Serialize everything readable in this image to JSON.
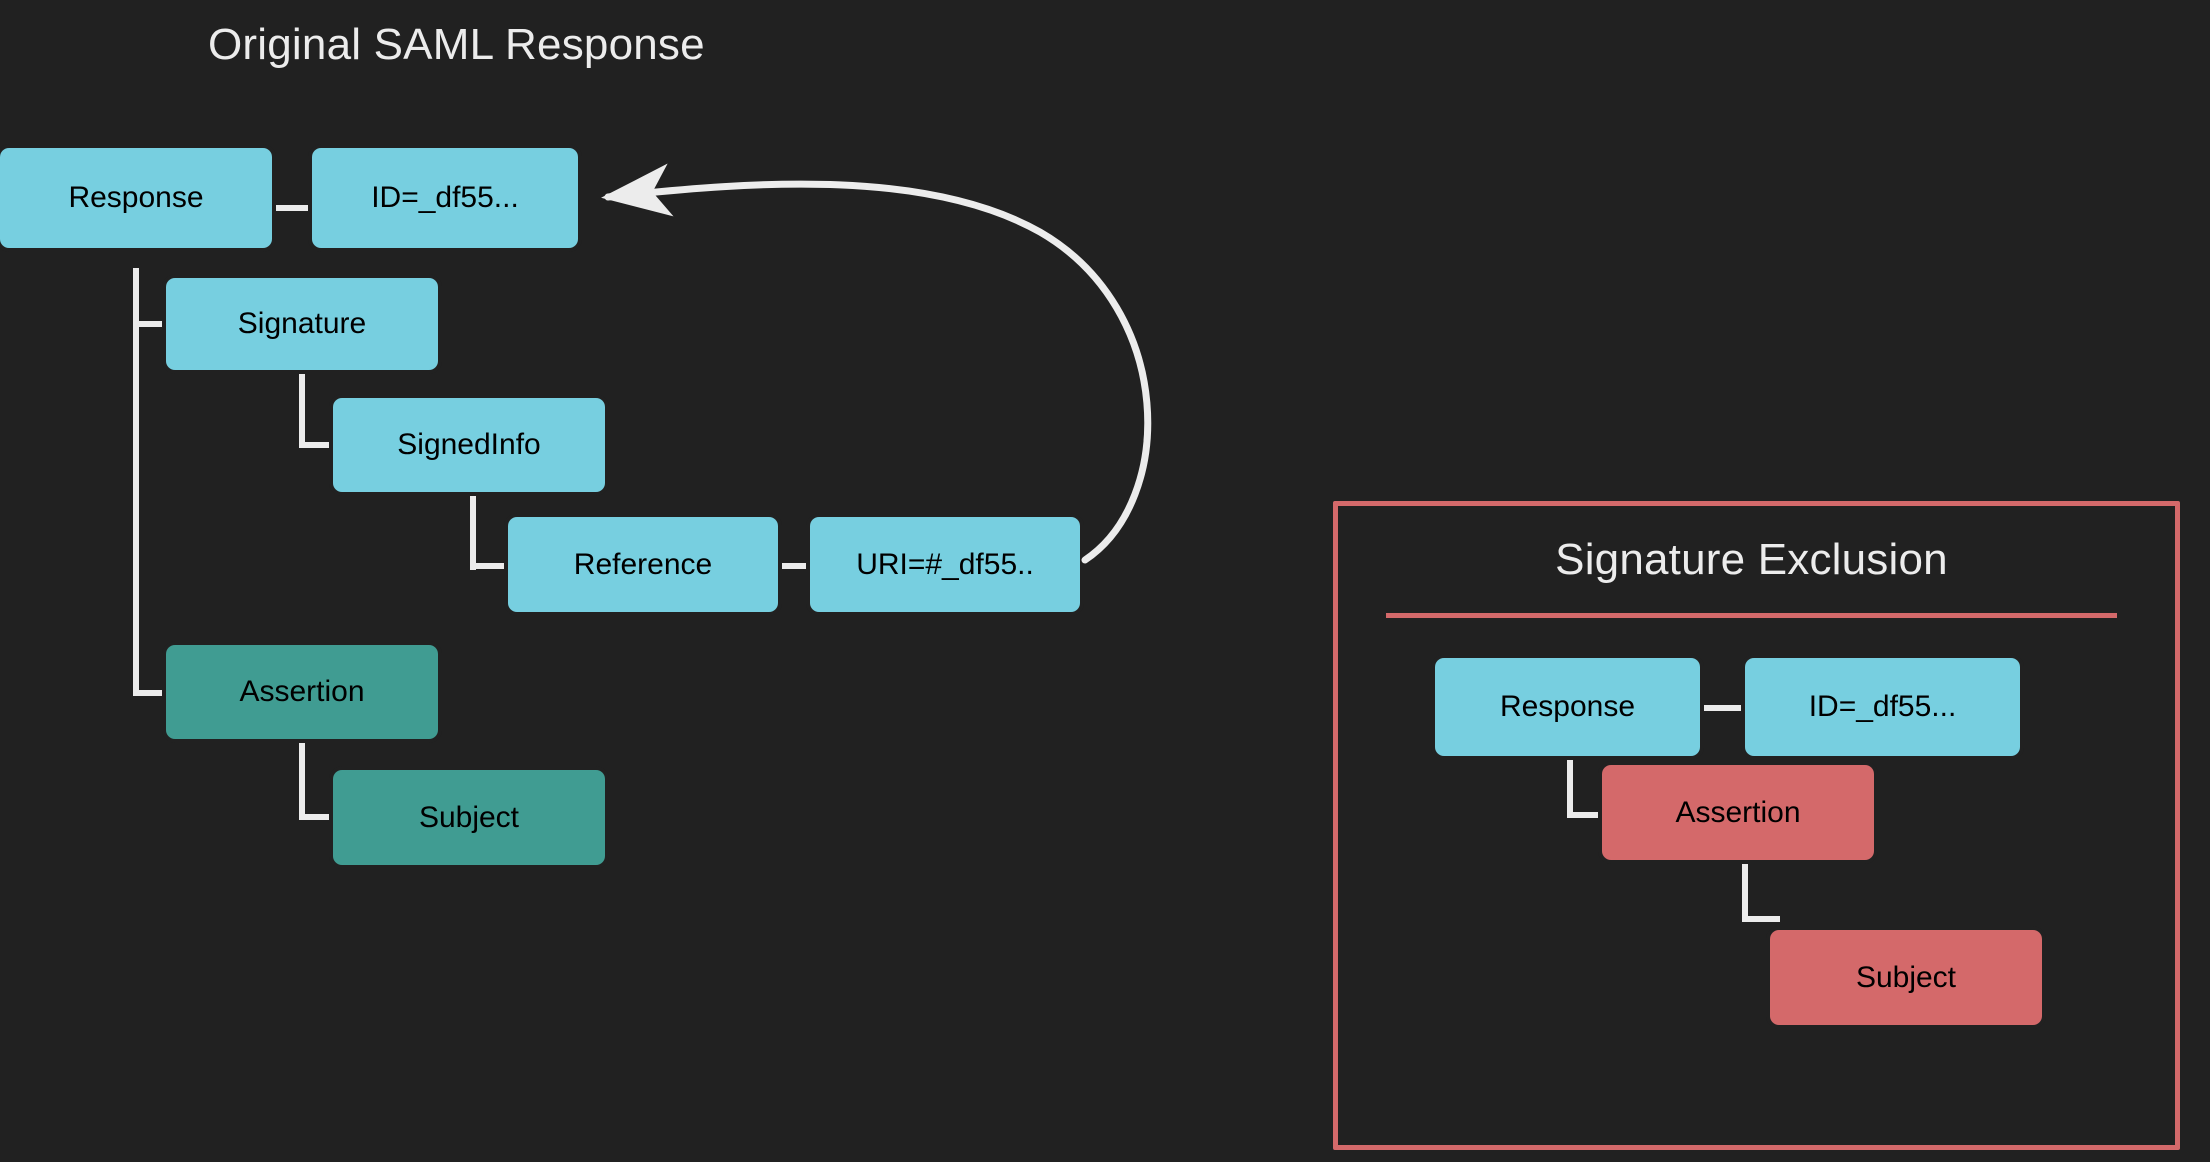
{
  "theme": {
    "background": "#212121",
    "node_blue": "#77cfe0",
    "node_teal": "#409c92",
    "node_red": "#d4696a",
    "edge": "#ececec",
    "title_text": "#ececec",
    "node_text": "#000000"
  },
  "left_diagram": {
    "title": "Original SAML Response",
    "nodes": {
      "response": "Response",
      "id_attr": "ID=_df55...",
      "signature": "Signature",
      "signed_info": "SignedInfo",
      "reference": "Reference",
      "uri_attr": "URI=#_df55..",
      "assertion": "Assertion",
      "subject": "Subject"
    },
    "annotation": {
      "arrow": "curved-arrow-uri-to-id",
      "meaning": "URI reference points back to Response ID"
    }
  },
  "right_panel": {
    "title": "Signature Exclusion",
    "nodes": {
      "response": "Response",
      "id_attr": "ID=_df55...",
      "assertion": "Assertion",
      "subject": "Subject"
    }
  }
}
